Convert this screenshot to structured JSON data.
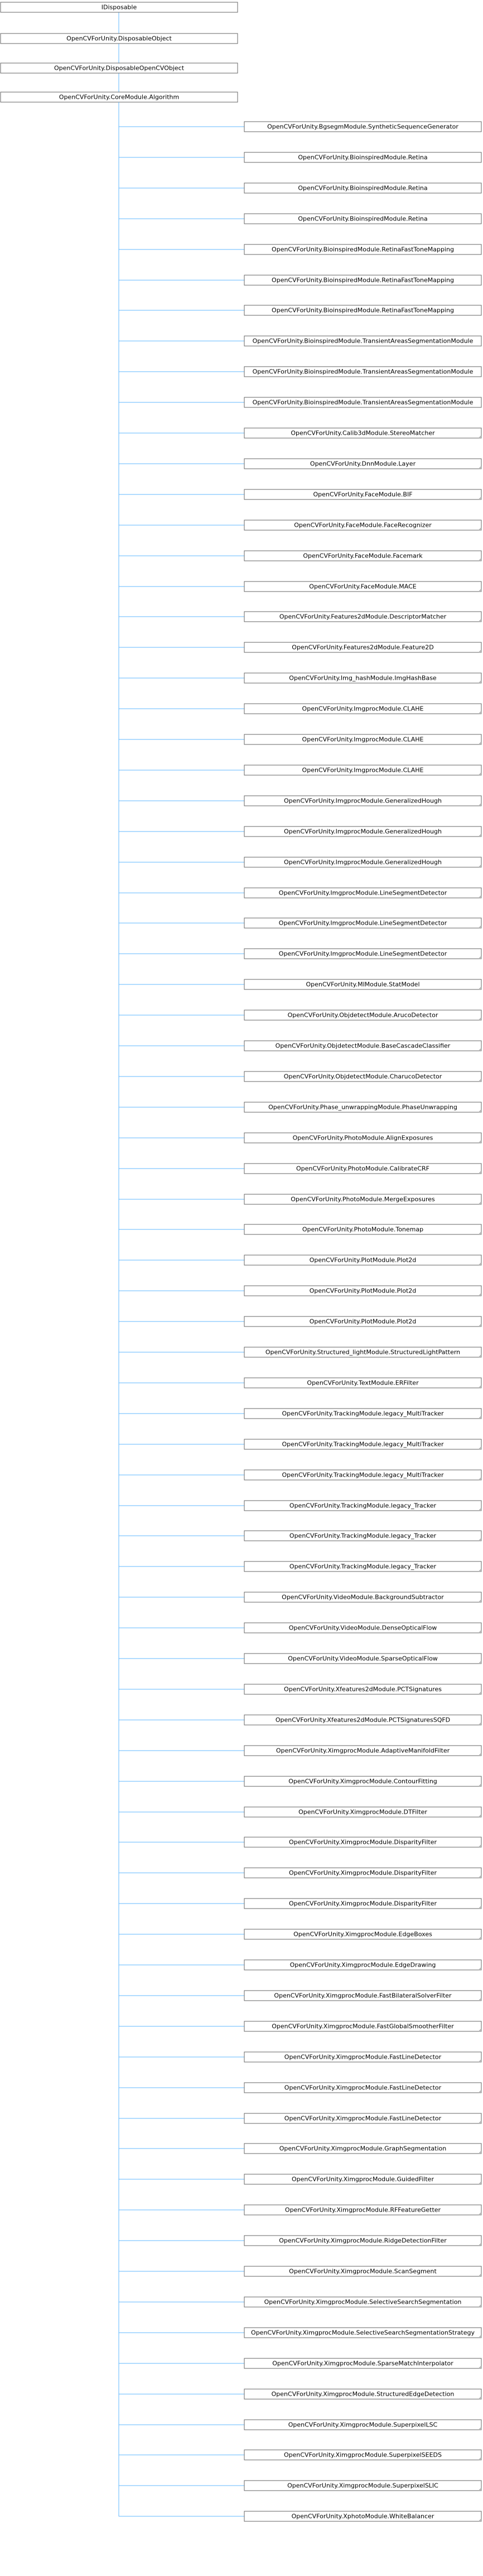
{
  "title": "",
  "roots": [
    "IDisposable",
    "OpenCVForUnity.DisposableObject",
    "OpenCVForUnity.DisposableOpenCVObject",
    "OpenCVForUnity.CoreModule.Algorithm"
  ],
  "children": [
    "OpenCVForUnity.BgsegmModule.SyntheticSequenceGenerator",
    "OpenCVForUnity.BioinspiredModule.Retina",
    "OpenCVForUnity.BioinspiredModule.Retina",
    "OpenCVForUnity.BioinspiredModule.Retina",
    "OpenCVForUnity.BioinspiredModule.RetinaFastToneMapping",
    "OpenCVForUnity.BioinspiredModule.RetinaFastToneMapping",
    "OpenCVForUnity.BioinspiredModule.RetinaFastToneMapping",
    "OpenCVForUnity.BioinspiredModule.TransientAreasSegmentationModule",
    "OpenCVForUnity.BioinspiredModule.TransientAreasSegmentationModule",
    "OpenCVForUnity.BioinspiredModule.TransientAreasSegmentationModule",
    "OpenCVForUnity.Calib3dModule.StereoMatcher",
    "OpenCVForUnity.DnnModule.Layer",
    "OpenCVForUnity.FaceModule.BIF",
    "OpenCVForUnity.FaceModule.FaceRecognizer",
    "OpenCVForUnity.FaceModule.Facemark",
    "OpenCVForUnity.FaceModule.MACE",
    "OpenCVForUnity.Features2dModule.DescriptorMatcher",
    "OpenCVForUnity.Features2dModule.Feature2D",
    "OpenCVForUnity.Img_hashModule.ImgHashBase",
    "OpenCVForUnity.ImgprocModule.CLAHE",
    "OpenCVForUnity.ImgprocModule.CLAHE",
    "OpenCVForUnity.ImgprocModule.CLAHE",
    "OpenCVForUnity.ImgprocModule.GeneralizedHough",
    "OpenCVForUnity.ImgprocModule.GeneralizedHough",
    "OpenCVForUnity.ImgprocModule.GeneralizedHough",
    "OpenCVForUnity.ImgprocModule.LineSegmentDetector",
    "OpenCVForUnity.ImgprocModule.LineSegmentDetector",
    "OpenCVForUnity.ImgprocModule.LineSegmentDetector",
    "OpenCVForUnity.MlModule.StatModel",
    "OpenCVForUnity.ObjdetectModule.ArucoDetector",
    "OpenCVForUnity.ObjdetectModule.BaseCascadeClassifier",
    "OpenCVForUnity.ObjdetectModule.CharucoDetector",
    "OpenCVForUnity.Phase_unwrappingModule.PhaseUnwrapping",
    "OpenCVForUnity.PhotoModule.AlignExposures",
    "OpenCVForUnity.PhotoModule.CalibrateCRF",
    "OpenCVForUnity.PhotoModule.MergeExposures",
    "OpenCVForUnity.PhotoModule.Tonemap",
    "OpenCVForUnity.PlotModule.Plot2d",
    "OpenCVForUnity.PlotModule.Plot2d",
    "OpenCVForUnity.PlotModule.Plot2d",
    "OpenCVForUnity.Structured_lightModule.StructuredLightPattern",
    "OpenCVForUnity.TextModule.ERFilter",
    "OpenCVForUnity.TrackingModule.legacy_MultiTracker",
    "OpenCVForUnity.TrackingModule.legacy_MultiTracker",
    "OpenCVForUnity.TrackingModule.legacy_MultiTracker",
    "OpenCVForUnity.TrackingModule.legacy_Tracker",
    "OpenCVForUnity.TrackingModule.legacy_Tracker",
    "OpenCVForUnity.TrackingModule.legacy_Tracker",
    "OpenCVForUnity.VideoModule.BackgroundSubtractor",
    "OpenCVForUnity.VideoModule.DenseOpticalFlow",
    "OpenCVForUnity.VideoModule.SparseOpticalFlow",
    "OpenCVForUnity.Xfeatures2dModule.PCTSignatures",
    "OpenCVForUnity.Xfeatures2dModule.PCTSignaturesSQFD",
    "OpenCVForUnity.XimgprocModule.AdaptiveManifoldFilter",
    "OpenCVForUnity.XimgprocModule.ContourFitting",
    "OpenCVForUnity.XimgprocModule.DTFilter",
    "OpenCVForUnity.XimgprocModule.DisparityFilter",
    "OpenCVForUnity.XimgprocModule.DisparityFilter",
    "OpenCVForUnity.XimgprocModule.DisparityFilter",
    "OpenCVForUnity.XimgprocModule.EdgeBoxes",
    "OpenCVForUnity.XimgprocModule.EdgeDrawing",
    "OpenCVForUnity.XimgprocModule.FastBilateralSolverFilter",
    "OpenCVForUnity.XimgprocModule.FastGlobalSmootherFilter",
    "OpenCVForUnity.XimgprocModule.FastLineDetector",
    "OpenCVForUnity.XimgprocModule.FastLineDetector",
    "OpenCVForUnity.XimgprocModule.FastLineDetector",
    "OpenCVForUnity.XimgprocModule.GraphSegmentation",
    "OpenCVForUnity.XimgprocModule.GuidedFilter",
    "OpenCVForUnity.XimgprocModule.RFFeatureGetter",
    "OpenCVForUnity.XimgprocModule.RidgeDetectionFilter",
    "OpenCVForUnity.XimgprocModule.ScanSegment",
    "OpenCVForUnity.XimgprocModule.SelectiveSearchSegmentation",
    "OpenCVForUnity.XimgprocModule.SelectiveSearchSegmentationStrategy",
    "OpenCVForUnity.XimgprocModule.SparseMatchInterpolator",
    "OpenCVForUnity.XimgprocModule.StructuredEdgeDetection",
    "OpenCVForUnity.XimgprocModule.SuperpixelLSC",
    "OpenCVForUnity.XimgprocModule.SuperpixelSEEDS",
    "OpenCVForUnity.XimgprocModule.SuperpixelSLIC",
    "OpenCVForUnity.XphotoModule.WhiteBalancer"
  ],
  "colors": {
    "edge": "#63b8ff",
    "border": "#666666",
    "fold": "#bfbfbf"
  }
}
